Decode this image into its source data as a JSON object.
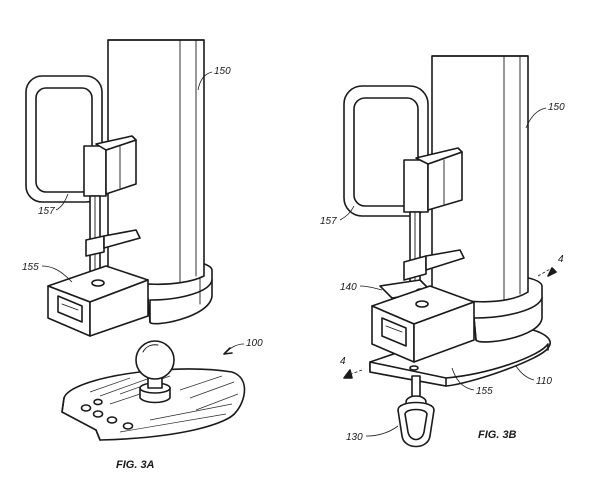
{
  "figures": [
    {
      "caption": "FIG. 3A",
      "refs": {
        "pole": "150",
        "handle": "157",
        "bracket": "155",
        "assembly": "100"
      }
    },
    {
      "caption": "FIG. 3B",
      "refs": {
        "pole": "150",
        "handle": "157",
        "latch": "140",
        "bracket": "155",
        "base": "110",
        "ring": "130",
        "section_right": "4",
        "section_left": "4"
      }
    }
  ]
}
